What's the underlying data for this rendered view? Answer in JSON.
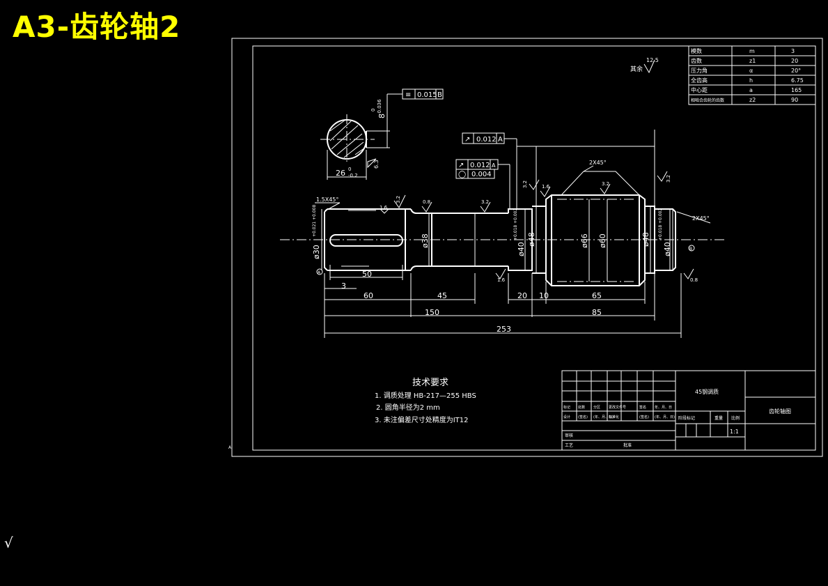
{
  "page_title": "A3-齿轮轴2",
  "params_table": [
    [
      "模数",
      "m",
      "3"
    ],
    [
      "齿数",
      "z1",
      "20"
    ],
    [
      "压力角",
      "α",
      "20°"
    ],
    [
      "全齿高",
      "h",
      "6.75"
    ],
    [
      "中心距",
      "a",
      "165"
    ],
    [
      "相啮合齿轮的齿数",
      "z2",
      "90"
    ]
  ],
  "tolerance_frames": {
    "flatness": {
      "symbol": "≡",
      "value": "0.015",
      "datum": "B"
    },
    "runout_1": {
      "symbol": "↗",
      "value": "0.012",
      "datum": "A"
    },
    "runout_2": {
      "symbol": "↗",
      "value": "0.012",
      "datum": "A"
    },
    "cylindricity": {
      "symbol": "◯",
      "value": "0.004"
    }
  },
  "section_view": {
    "key_depth": "8",
    "key_depth_upper": "0",
    "key_depth_lower": "-0.036",
    "width": "26",
    "width_upper": "0",
    "width_lower": "-0.2",
    "roughness": "6.3"
  },
  "surface_marks": {
    "rest": "其余",
    "rest_value": "12.5",
    "r32a": "3.2",
    "r16a": "1.6",
    "r08": "0.8",
    "r32b": "3.2",
    "r32c": "3.2",
    "r16b": "1.6",
    "r32d": "3.2",
    "r32e": "3.2",
    "r16c": "1.6",
    "r08b": "0.8"
  },
  "chamfers": {
    "left": "1.5X45°",
    "gear": "2X45°",
    "right": "2X45°"
  },
  "dimensions": {
    "d30": "ø30",
    "d30_tol": "+0.021\n+0.008",
    "d38": "ø38",
    "d40": "ø40",
    "d40_tol": "+0.018\n+0.002",
    "d48": "ø48",
    "d66": "ø66",
    "d60": "ø60",
    "d48b": "ø48",
    "d40b": "ø40",
    "d40b_tol": "+0.018\n+0.002",
    "len_50": "50",
    "len_3": "3",
    "len_60": "60",
    "len_45": "45",
    "len_20": "20",
    "len_10": "10",
    "len_65": "65",
    "len_150": "150",
    "len_85": "85",
    "len_253": "253",
    "datum_a": "A",
    "datum_b": "B"
  },
  "tech_req": {
    "heading": "技术要求",
    "lines": [
      "1.   调质处理  HB-217—255 HBS",
      "2.   圆角半径为2 mm",
      "3.   未注偏差尺寸处精度为IT12"
    ]
  },
  "title_block": {
    "material": "45钢调质",
    "drawing_name": "齿轮轴图",
    "scale": "1:1",
    "row_labels": [
      "标记",
      "处数",
      "分区",
      "更改文件号",
      "签名",
      "年、月、日"
    ],
    "row2_labels": [
      "设计",
      "(签名)",
      "(年、月、日)",
      "标准化",
      "(签名)",
      "(年、月、日)"
    ],
    "stage_label": "阶段标记",
    "weight": "重量",
    "ratio": "比例",
    "check": "审核",
    "craft": "工艺",
    "approve": "批准"
  },
  "corner_mark": "√"
}
